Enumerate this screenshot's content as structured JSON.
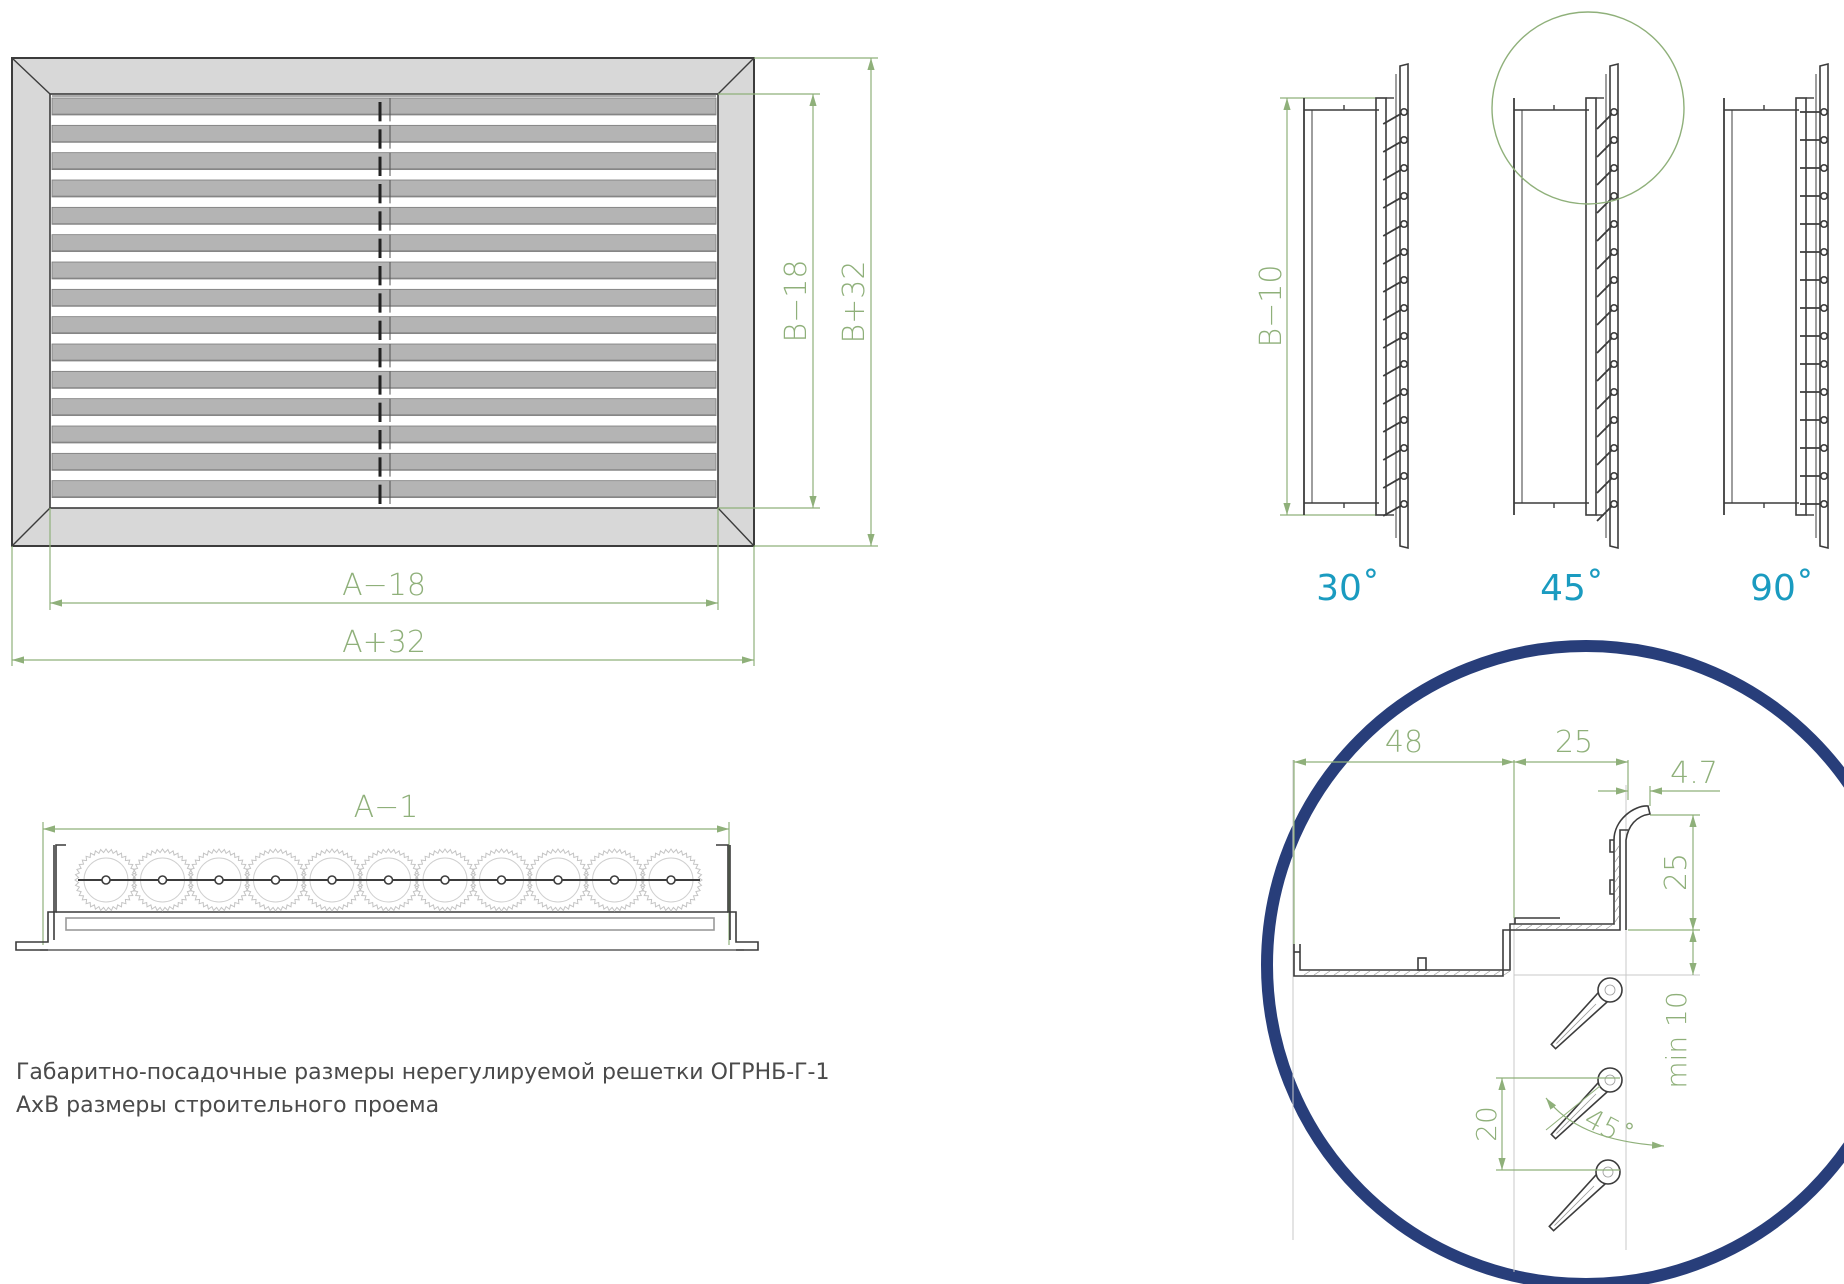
{
  "colors": {
    "dimension": "#8fb07a",
    "angle_label": "#1a9bc0",
    "detail_ring": "#283e7a",
    "outline": "#3c3c3c",
    "frame_fill": "#d8d8d8",
    "blade_fill": "#b4b4b4"
  },
  "front_view": {
    "dim_width_inner": "A−18",
    "dim_width_outer": "A+32",
    "dim_height_inner": "B−18",
    "dim_height_outer": "B+32",
    "blade_count": 15
  },
  "side_view": {
    "dim_height": "B−10",
    "angles": [
      "30˚",
      "45˚",
      "90˚"
    ]
  },
  "bottom_view": {
    "dim_width": "A−1",
    "roller_count": 11
  },
  "detail": {
    "dim_48": "48",
    "dim_25_top": "25",
    "dim_4_7": "4.7",
    "dim_25_side": "25",
    "dim_min10": "min 10",
    "dim_20": "20",
    "angle": "45˚"
  },
  "caption": {
    "line1": "Габаритно-посадочные размеры нерегулируемой решетки ОГРНБ-Г-1",
    "line2": "AxB размеры строительного проема"
  }
}
